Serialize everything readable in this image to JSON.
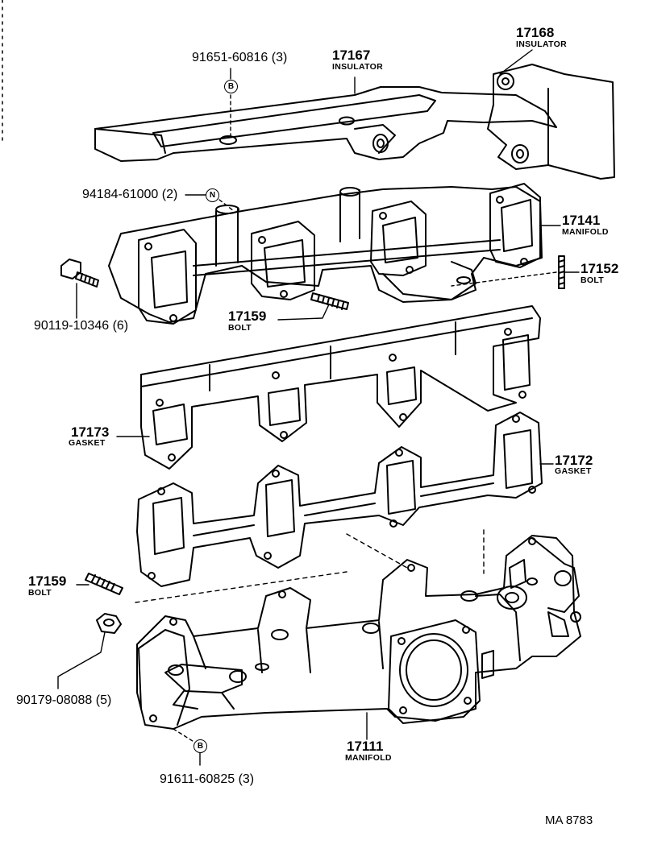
{
  "parts": {
    "p91651": {
      "number": "91651-60816 (3)"
    },
    "p17167": {
      "number": "17167",
      "name": "INSULATOR"
    },
    "p17168": {
      "number": "17168",
      "name": "INSULATOR"
    },
    "p94184": {
      "number": "94184-61000 (2)"
    },
    "p17141": {
      "number": "17141",
      "name": "MANIFOLD"
    },
    "p17152": {
      "number": "17152",
      "name": "BOLT"
    },
    "p90119": {
      "number": "90119-10346 (6)"
    },
    "p17159a": {
      "number": "17159",
      "name": "BOLT"
    },
    "p17173": {
      "number": "17173",
      "name": "GASKET"
    },
    "p17172": {
      "number": "17172",
      "name": "GASKET"
    },
    "p17159b": {
      "number": "17159",
      "name": "BOLT"
    },
    "p90179": {
      "number": "90179-08088 (5)"
    },
    "p17111": {
      "number": "17111",
      "name": "MANIFOLD"
    },
    "p91611": {
      "number": "91611-60825 (3)"
    }
  },
  "markers": {
    "b": "B",
    "n": "N"
  },
  "figure_ref": "MA 8783"
}
